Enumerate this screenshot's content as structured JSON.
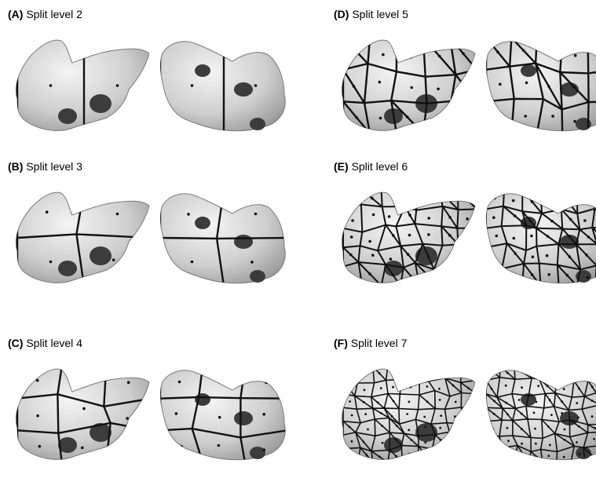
{
  "panels": [
    {
      "letter": "(A)",
      "title": "Split level 2",
      "level": 2
    },
    {
      "letter": "(B)",
      "title": "Split level 3",
      "level": 3
    },
    {
      "letter": "(C)",
      "title": "Split level 4",
      "level": 4
    },
    {
      "letter": "(D)",
      "title": "Split level 5",
      "level": 5
    },
    {
      "letter": "(E)",
      "title": "Split level 6",
      "level": 6
    },
    {
      "letter": "(F)",
      "title": "Split level 7",
      "level": 7
    }
  ],
  "colors": {
    "surface_light": "#f4f4f4",
    "surface_mid": "#cfcfcf",
    "surface_dark": "#9a9a9a",
    "boundary_line": "#111111",
    "cavity": "#3c3c3c"
  }
}
